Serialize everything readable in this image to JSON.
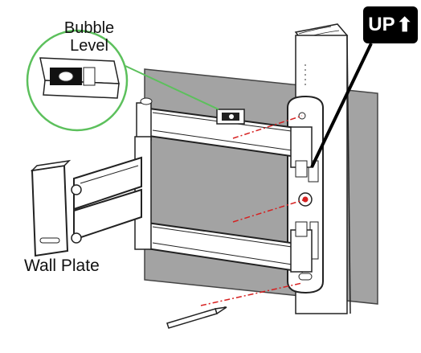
{
  "labels": {
    "bubble_level": "Bubble Level",
    "wall_plate": "Wall Plate",
    "up_badge": "UP",
    "up_arrow": "⬆"
  },
  "colors": {
    "wall": "#a3a3a3",
    "callout_circle": "#5cc05c",
    "guide_line": "#d62020",
    "outline": "#222222",
    "badge_bg": "#000000",
    "badge_text": "#ffffff"
  },
  "icons": {
    "level": "bubble-level-icon",
    "pencil": "pencil-icon",
    "up_arrow": "up-arrow-icon"
  }
}
